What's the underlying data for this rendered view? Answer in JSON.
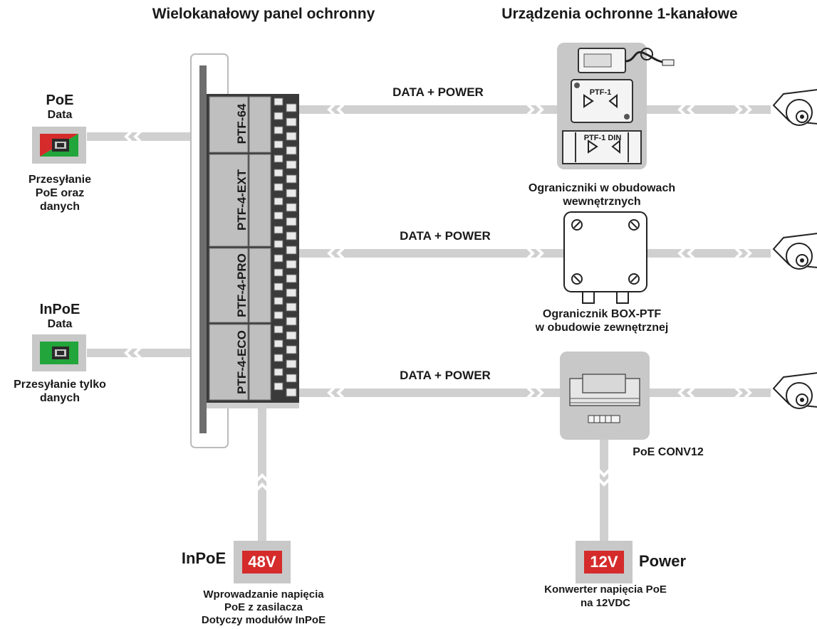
{
  "headers": {
    "left": "Wielokanałowy panel ochronny",
    "right": "Urządzenia ochronne 1-kanałowe"
  },
  "ports": {
    "poe": {
      "title": "PoE",
      "subtitle": "Data",
      "caption": [
        "Przesyłanie",
        "PoE oraz",
        "danych"
      ]
    },
    "inpoe": {
      "title": "InPoE",
      "subtitle": "Data",
      "caption": [
        "Przesyłanie tylko",
        "danych"
      ]
    }
  },
  "panel_modules": [
    "PTF-64",
    "PTF-4-EXT",
    "PTF-4-PRO",
    "PTF-4-ECO"
  ],
  "links": [
    "DATA + POWER",
    "DATA + POWER",
    "DATA + POWER"
  ],
  "devices": {
    "indoor": {
      "sublabels": [
        "PTF-1",
        "PTF-1 DIN"
      ],
      "caption": [
        "Ograniczniki w obudowach",
        "wewnętrznych"
      ]
    },
    "box": {
      "caption": [
        "Ogranicznik BOX-PTF",
        "w obudowie zewnętrznej"
      ]
    },
    "conv": {
      "caption": "PoE CONV12"
    }
  },
  "inputs": {
    "inpoe": {
      "prefix": "InPoE",
      "voltage": "48V",
      "caption": [
        "Wprowadzanie napięcia",
        "PoE z zasilacza",
        "Dotyczy modułów InPoE"
      ]
    },
    "power": {
      "voltage": "12V",
      "suffix": "Power",
      "caption": [
        "Konwerter napięcia PoE",
        "na 12VDC"
      ]
    }
  },
  "colors": {
    "accent_red": "#d52b2b",
    "port_green": "#22a53a",
    "flow_gray": "#d0d0d0",
    "panel_gray": "#c8c8c8"
  }
}
